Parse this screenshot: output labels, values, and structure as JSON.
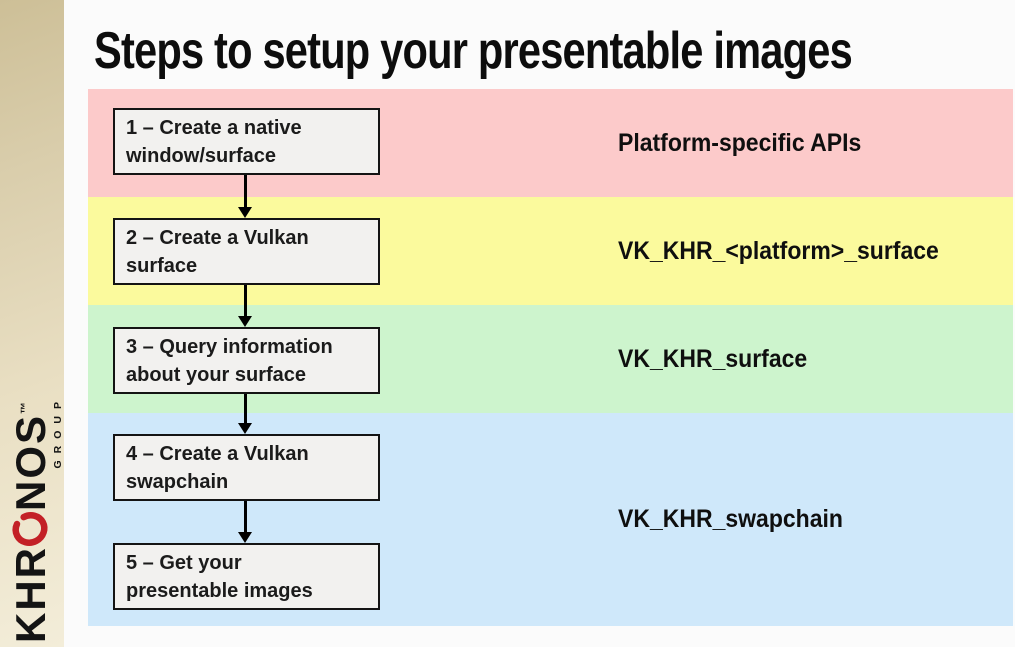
{
  "slide": {
    "title": "Steps to setup your presentable images"
  },
  "logo": {
    "word_start": "KHR",
    "word_end": "NOS",
    "trademark": "™",
    "subtext": "GROUP",
    "swoosh_color": "#c32026",
    "text_color": "#141414"
  },
  "bands": [
    {
      "label": "Platform-specific APIs",
      "color": "#fccaca"
    },
    {
      "label": "VK_KHR_<platform>_surface",
      "color": "#fbfa9d"
    },
    {
      "label": "VK_KHR_surface",
      "color": "#cdf4cd"
    },
    {
      "label": "VK_KHR_swapchain",
      "color": "#cfe8fa"
    }
  ],
  "steps": [
    {
      "line1": "1 – Create a native",
      "line2": "window/surface"
    },
    {
      "line1": "2 – Create a Vulkan",
      "line2": "surface"
    },
    {
      "line1": "3 – Query information",
      "line2": "about your surface"
    },
    {
      "line1": "4 – Create a Vulkan",
      "line2": "swapchain"
    },
    {
      "line1": "5 – Get your",
      "line2": "presentable images"
    }
  ],
  "box_style": {
    "fill": "#f2f1ef",
    "border": "#141414"
  }
}
